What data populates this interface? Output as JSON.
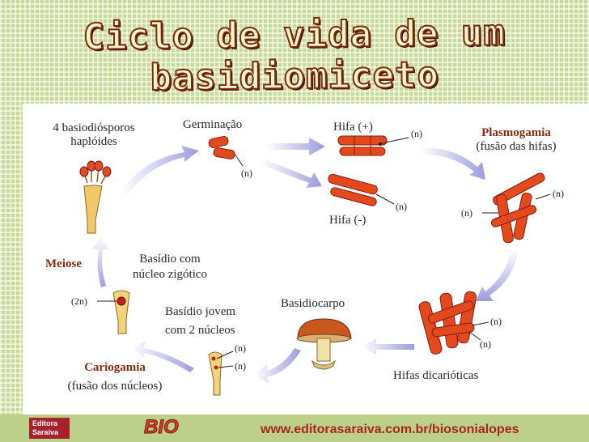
{
  "title": "Ciclo de vida de um basidiomiceto",
  "labels": {
    "spores": "4 basiodiósporos",
    "spores2": "haplóides",
    "germination": "Germinação",
    "hypha_plus": "Hifa (+)",
    "hypha_minus": "Hifa (-)",
    "plasmogamy": "Plasmogamia",
    "plasmogamy_sub": "(fusão das hifas)",
    "dikaryotic": "Hifas dicarióticas",
    "basidiocarp": "Basidiocarpo",
    "young_basidium": "Basídio jovem",
    "young_basidium2": "com 2 núcleos",
    "karyogamy": "Cariogamia",
    "karyogamy_sub": "(fusão dos núcleos)",
    "zygotic_basidium": "Basídio com",
    "zygotic_basidium2": "núcleo zigótico",
    "meiosis": "Meiose"
  },
  "ploidy": {
    "n": "(n)",
    "two_n": "(2n)"
  },
  "footer": {
    "publisher": "Editora Saraiva",
    "brand": "BIO",
    "url": "www.editorasaraiva.com.br/biosonialopes"
  },
  "colors": {
    "arrow": "#a6a6e0",
    "hypha": "#e24a1e",
    "accent": "#8a2a12"
  }
}
